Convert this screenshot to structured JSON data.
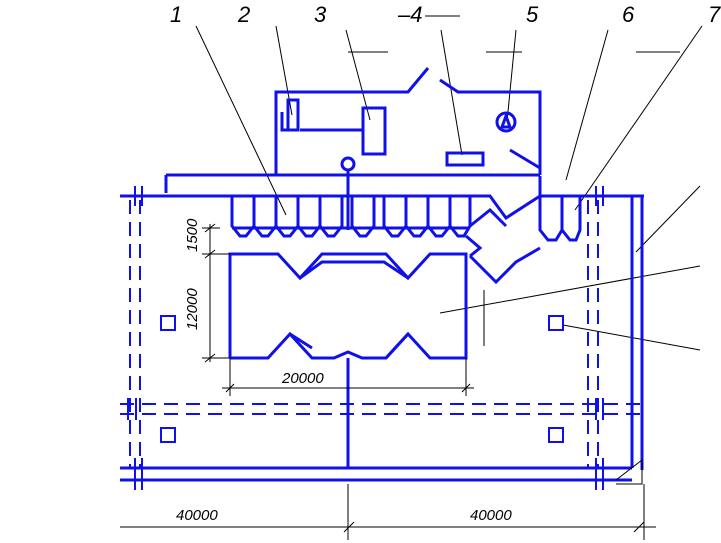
{
  "callouts": [
    "1",
    "2",
    "3",
    "–4",
    "5",
    "6",
    "7"
  ],
  "dimensions": {
    "span_left": "40000",
    "span_right": "40000",
    "section_width": "20000",
    "section_height": "12000",
    "bay_depth": "1500"
  },
  "colors": {
    "structure": "#1010e8",
    "leaders": "#000000"
  }
}
